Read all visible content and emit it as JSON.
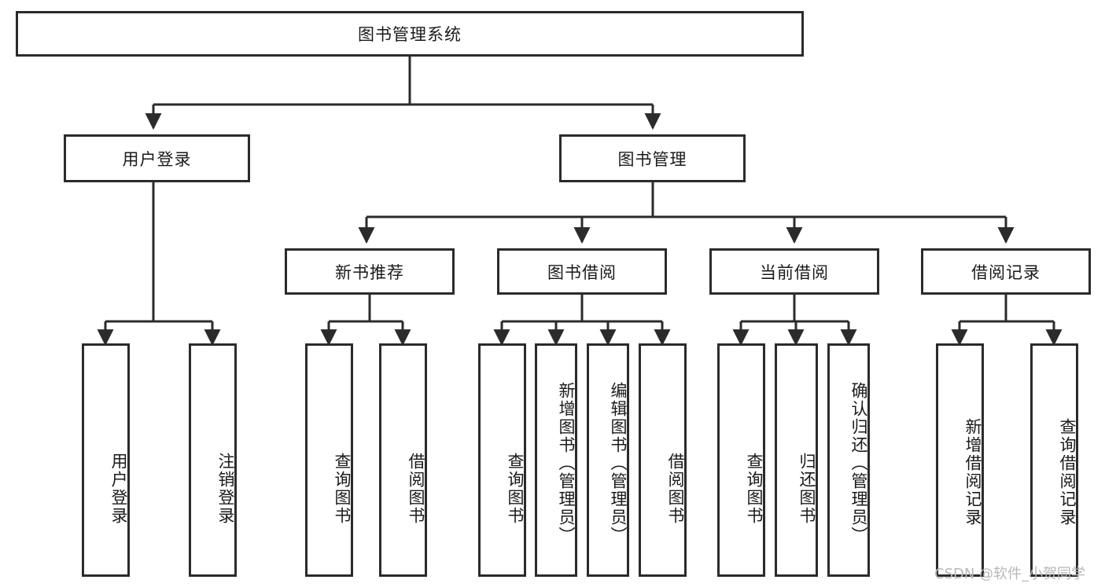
{
  "diagram": {
    "title": "图书管理系统",
    "type": "tree-hierarchy",
    "watermark": "CSDN @软件_小贺同学",
    "root": {
      "label": "图书管理系统"
    },
    "level2": [
      {
        "label": "用户登录"
      },
      {
        "label": "图书管理"
      }
    ],
    "level3": [
      {
        "label": "新书推荐"
      },
      {
        "label": "图书借阅"
      },
      {
        "label": "当前借阅"
      },
      {
        "label": "借阅记录"
      }
    ],
    "leaves": {
      "user_login": [
        {
          "label": "用户登录"
        },
        {
          "label": "注销登录"
        }
      ],
      "new_book_recommend": [
        {
          "label": "查询图书"
        },
        {
          "label": "借阅图书"
        }
      ],
      "book_borrow": [
        {
          "label": "查询图书"
        },
        {
          "label": "新增图书（管理员）"
        },
        {
          "label": "编辑图书（管理员）"
        },
        {
          "label": "借阅图书"
        }
      ],
      "current_borrow": [
        {
          "label": "查询图书"
        },
        {
          "label": "归还图书"
        },
        {
          "label": "确认归还（管理员）"
        }
      ],
      "borrow_record": [
        {
          "label": "新增借阅记录"
        },
        {
          "label": "查询借阅记录"
        }
      ]
    },
    "colors": {
      "stroke": "#2b2b2b",
      "fill": "#ffffff",
      "text": "#1a1a1a",
      "watermark": "#b8b8b8"
    }
  }
}
